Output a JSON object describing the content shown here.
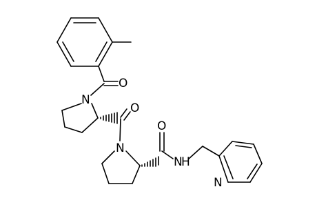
{
  "structure": {
    "atom_labels": {
      "o_benzoyl": "O",
      "n_pyrrolidine_top": "N",
      "o_prolyl": "O",
      "n_pyrrolidine_bottom": "N",
      "o_amide": "O",
      "nh_amide": "N",
      "h_amide": "H",
      "n_pyridine": "N"
    }
  }
}
